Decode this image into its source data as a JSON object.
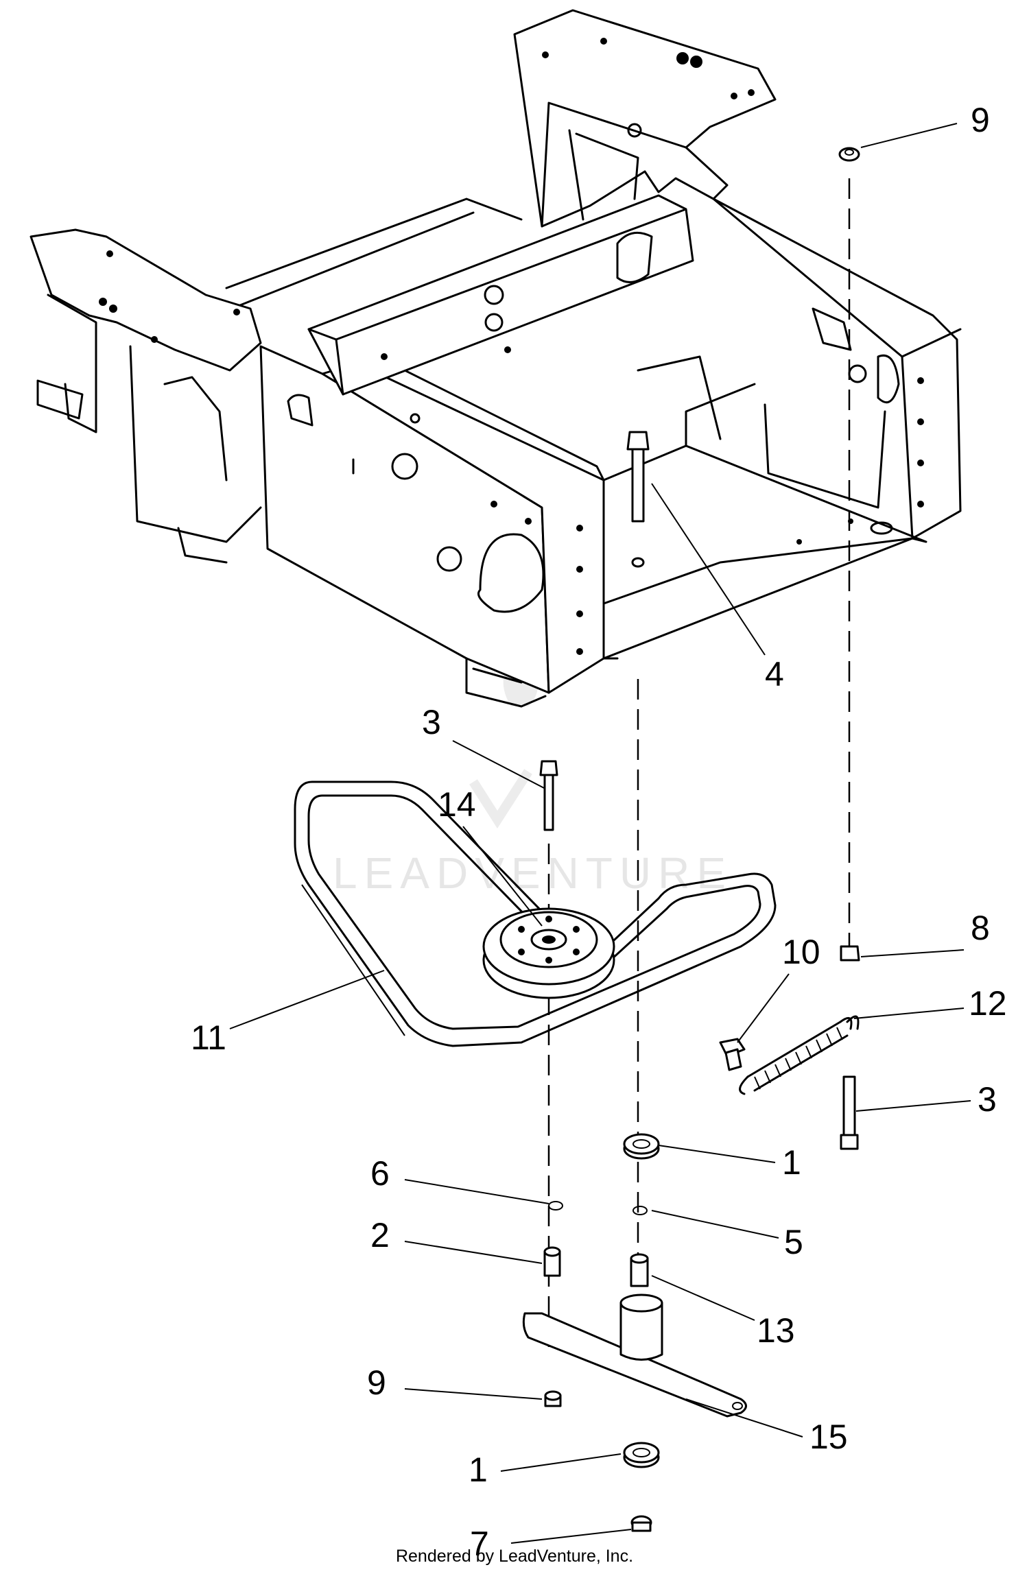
{
  "diagram": {
    "watermark": "LEADVENTURE",
    "footer": "Rendered by LeadVenture, Inc.",
    "callouts": [
      {
        "id": "c9a",
        "label": "9"
      },
      {
        "id": "c4",
        "label": "4"
      },
      {
        "id": "c3a",
        "label": "3"
      },
      {
        "id": "c14",
        "label": "14"
      },
      {
        "id": "c10",
        "label": "10"
      },
      {
        "id": "c8",
        "label": "8"
      },
      {
        "id": "c12",
        "label": "12"
      },
      {
        "id": "c11",
        "label": "11"
      },
      {
        "id": "c3b",
        "label": "3"
      },
      {
        "id": "c1a",
        "label": "1"
      },
      {
        "id": "c6",
        "label": "6"
      },
      {
        "id": "c5",
        "label": "5"
      },
      {
        "id": "c2",
        "label": "2"
      },
      {
        "id": "c13",
        "label": "13"
      },
      {
        "id": "c9b",
        "label": "9"
      },
      {
        "id": "c15",
        "label": "15"
      },
      {
        "id": "c1b",
        "label": "1"
      },
      {
        "id": "c7",
        "label": "7"
      }
    ]
  }
}
